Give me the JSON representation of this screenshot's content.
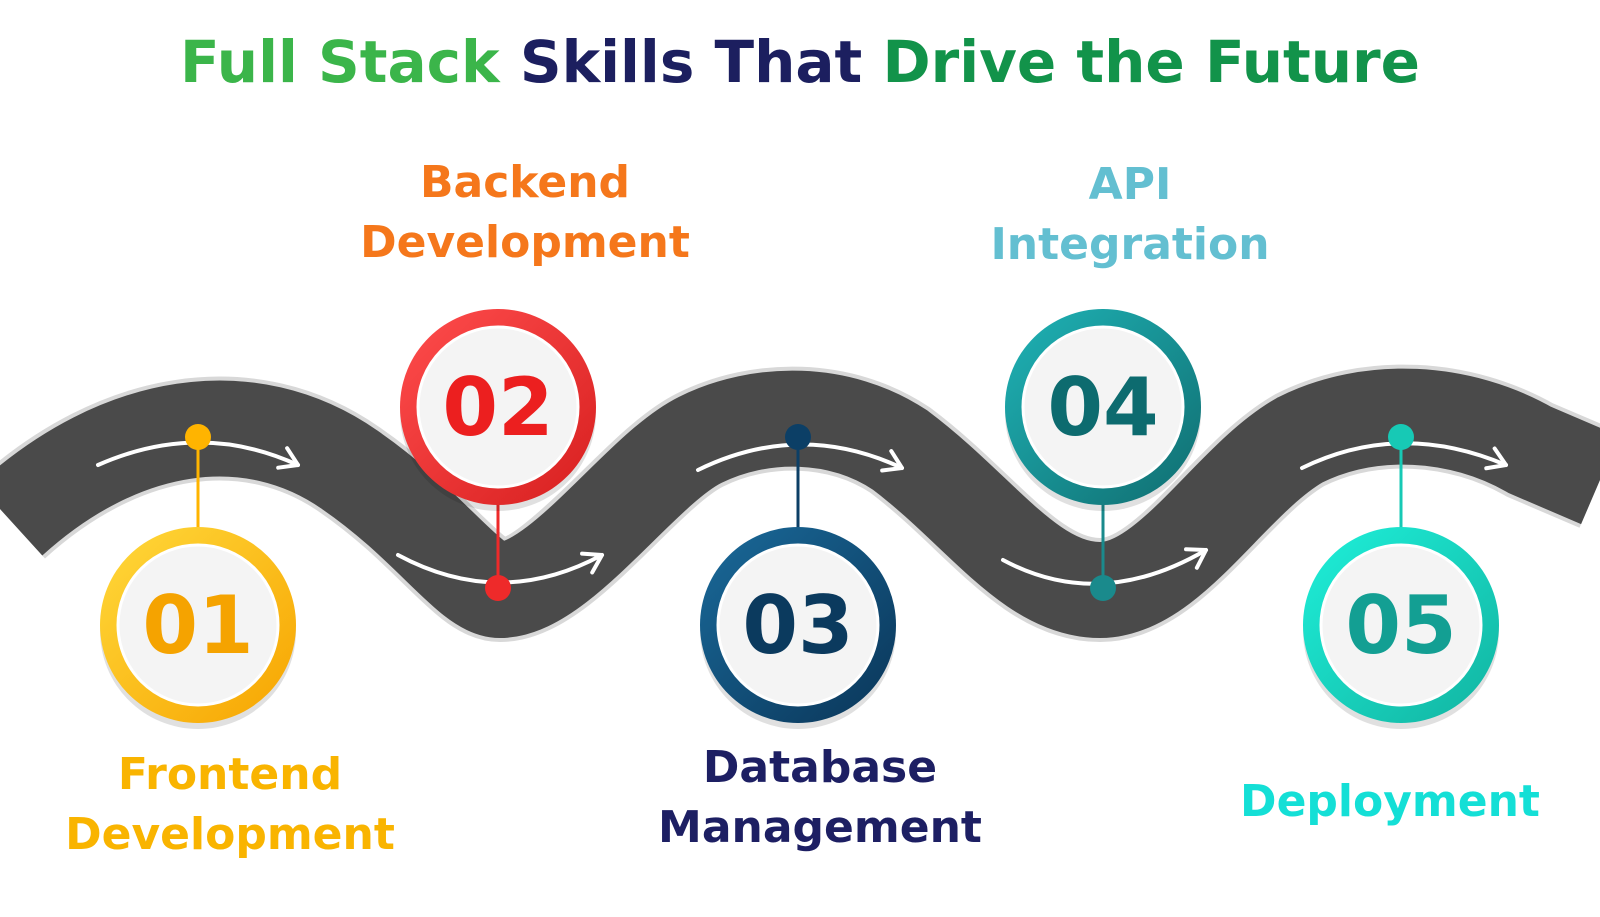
{
  "title": {
    "part1": "Full Stack",
    "part2": "Skills That",
    "part3": "Drive the Future",
    "colors": [
      "#3bb54a",
      "#1c1f5f",
      "#12934a"
    ]
  },
  "steps": [
    {
      "number": "01",
      "lines": [
        "Frontend",
        "Development"
      ],
      "color": "#ffb400",
      "ring_light": "#ffd93b",
      "ring_dark": "#f7a400",
      "text_color": "#f9b400",
      "number_color": "#f5a300"
    },
    {
      "number": "02",
      "lines": [
        "Backend",
        "Development"
      ],
      "color": "#ee2a2a",
      "ring_light": "#ff4d4d",
      "ring_dark": "#d71f1f",
      "text_color": "#f5771b",
      "number_color": "#ec1f1f"
    },
    {
      "number": "03",
      "lines": [
        "Database",
        "Management"
      ],
      "color": "#0c3f66",
      "ring_light": "#1a6a9a",
      "ring_dark": "#0a3558",
      "text_color": "#1d1f63",
      "number_color": "#0b3a5e"
    },
    {
      "number": "04",
      "lines": [
        "API",
        "Integration"
      ],
      "color": "#1a8a8c",
      "ring_light": "#1fb3b6",
      "ring_dark": "#106d70",
      "text_color": "#63bfd1",
      "number_color": "#0d6b6f"
    },
    {
      "number": "05",
      "lines": [
        "Deployment"
      ],
      "color": "#17c9b5",
      "ring_light": "#1ef0da",
      "ring_dark": "#12b3a0",
      "text_color": "#14dfd6",
      "number_color": "#139f93"
    }
  ],
  "road": {
    "color": "#4a4a4a",
    "edge_color": "#d8d8d8",
    "arrow_color": "#ffffff"
  }
}
